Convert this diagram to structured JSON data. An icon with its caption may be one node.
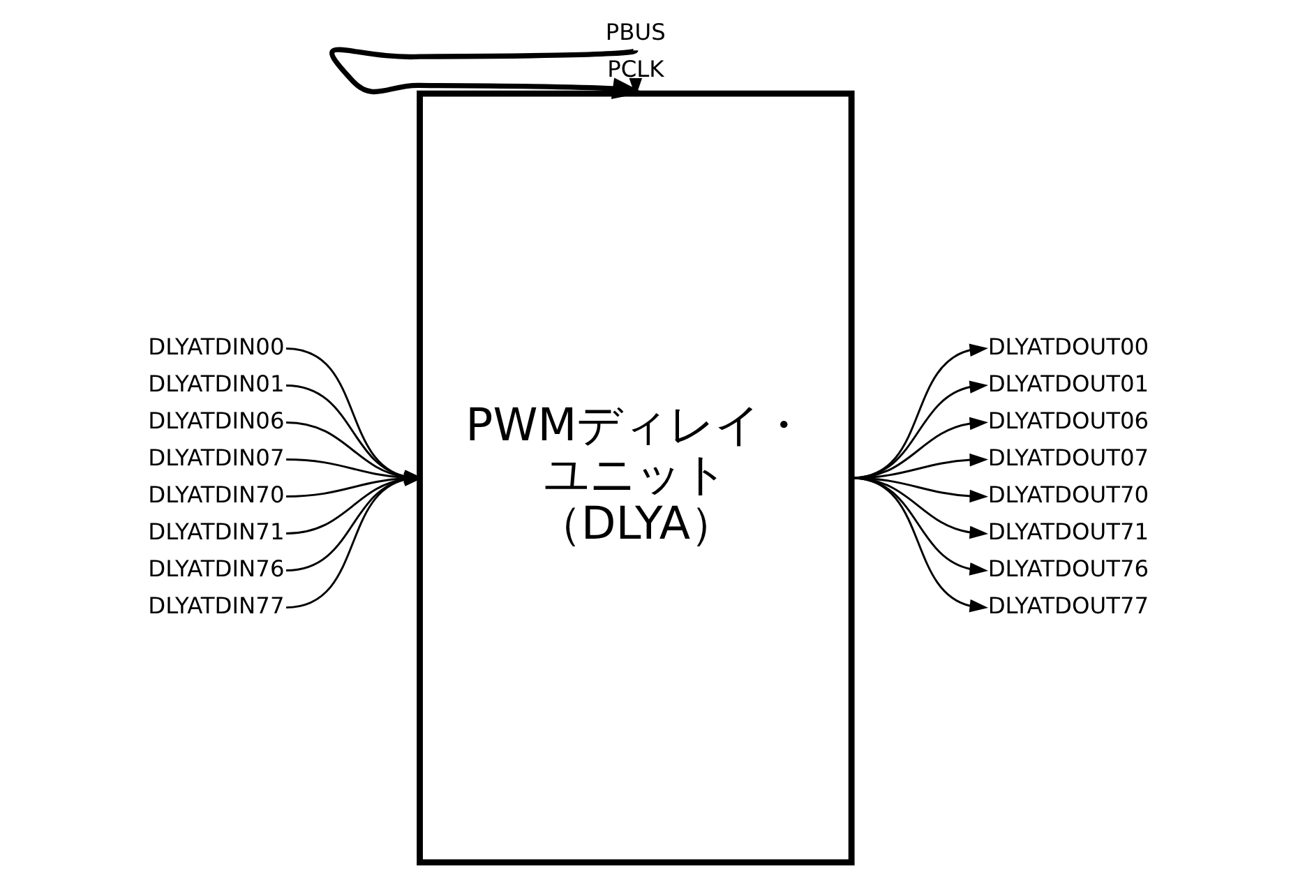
{
  "diagram": {
    "nodes": [
      {
        "text": [
          "PWMディレイ・ユニット（DLYA）"
        ]
      },
      {
        "text": [
          "PBUS"
        ]
      },
      {
        "text": [
          "PCLK"
        ]
      },
      {
        "text": [
          "DLYATDIN00"
        ]
      },
      {
        "text": [
          "DLYATDIN01"
        ]
      },
      {
        "text": [
          "DLYATDIN06"
        ]
      },
      {
        "text": [
          "DLYATDIN07"
        ]
      },
      {
        "text": [
          "DLYATDIN70"
        ]
      },
      {
        "text": [
          "DLYATDIN71"
        ]
      },
      {
        "text": [
          "DLYATDIN76"
        ]
      },
      {
        "text": [
          "DLYATDIN77"
        ]
      },
      {
        "text": [
          "DLYATDOUT00"
        ]
      },
      {
        "text": [
          "DLYATDOUT01"
        ]
      },
      {
        "text": [
          "DLYATDOUT06"
        ]
      },
      {
        "text": [
          "DLYATDOUT07"
        ]
      },
      {
        "text": [
          "DLYATDOUT70"
        ]
      },
      {
        "text": [
          "DLYATDOUT71"
        ]
      },
      {
        "text": [
          "DLYATDOUT76"
        ]
      },
      {
        "text": [
          "DLYATDOUT77"
        ]
      }
    ],
    "edges": [
      {
        "from": 1,
        "to": 0,
        "arrow": "to",
        "style": "thick"
      },
      {
        "from": 2,
        "to": 0,
        "arrow": "to"
      },
      {
        "from": 3,
        "to": 0,
        "arrow": "to"
      },
      {
        "from": 4,
        "to": 0,
        "arrow": "to"
      },
      {
        "from": 5,
        "to": 0,
        "arrow": "to"
      },
      {
        "from": 6,
        "to": 0,
        "arrow": "to"
      },
      {
        "from": 7,
        "to": 0,
        "arrow": "to"
      },
      {
        "from": 8,
        "to": 0,
        "arrow": "to"
      },
      {
        "from": 9,
        "to": 0,
        "arrow": "to"
      },
      {
        "from": 10,
        "to": 0,
        "arrow": "to"
      },
      {
        "from": 0,
        "to": 11,
        "arrow": "to"
      },
      {
        "from": 0,
        "to": 12,
        "arrow": "to"
      },
      {
        "from": 0,
        "to": 13,
        "arrow": "to"
      },
      {
        "from": 0,
        "to": 14,
        "arrow": "to"
      },
      {
        "from": 0,
        "to": 15,
        "arrow": "to"
      },
      {
        "from": 0,
        "to": 16,
        "arrow": "to"
      },
      {
        "from": 0,
        "to": 17,
        "arrow": "to"
      },
      {
        "from": 0,
        "to": 18,
        "arrow": "to"
      }
    ]
  }
}
